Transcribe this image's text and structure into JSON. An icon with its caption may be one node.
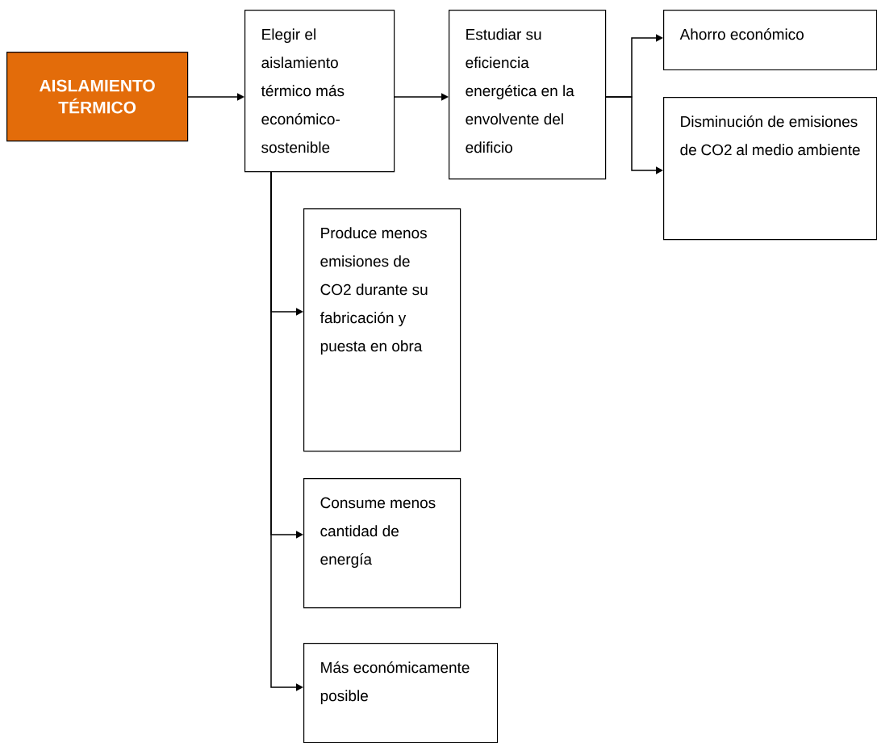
{
  "diagram": {
    "nodes": [
      {
        "text": [
          "AISLAMIENTO TÉRMICO"
        ]
      },
      {
        "text": [
          "Elegir el aislamiento térmico más económico-sostenible"
        ]
      },
      {
        "text": [
          "Estudiar su eficiencia energética en la envolvente del edificio"
        ]
      },
      {
        "text": [
          "Ahorro económico"
        ]
      },
      {
        "text": [
          "Disminución de emisiones de CO2 al medio ambiente"
        ]
      },
      {
        "text": [
          "Produce menos emisiones de CO2 durante su fabricación y puesta en obra"
        ]
      },
      {
        "text": [
          "Consume menos cantidad de energía"
        ]
      },
      {
        "text": [
          "Más económicamente posible"
        ]
      }
    ],
    "edges": [
      {
        "from": 0,
        "to": 1,
        "arrow": "to"
      },
      {
        "from": 1,
        "to": 2,
        "arrow": "to"
      },
      {
        "from": 2,
        "to": 3,
        "arrow": "to"
      },
      {
        "from": 2,
        "to": 4,
        "arrow": "to"
      },
      {
        "from": 1,
        "to": 5,
        "arrow": "to"
      },
      {
        "from": 1,
        "to": 6,
        "arrow": "to"
      },
      {
        "from": 1,
        "to": 7,
        "arrow": "to"
      }
    ]
  }
}
